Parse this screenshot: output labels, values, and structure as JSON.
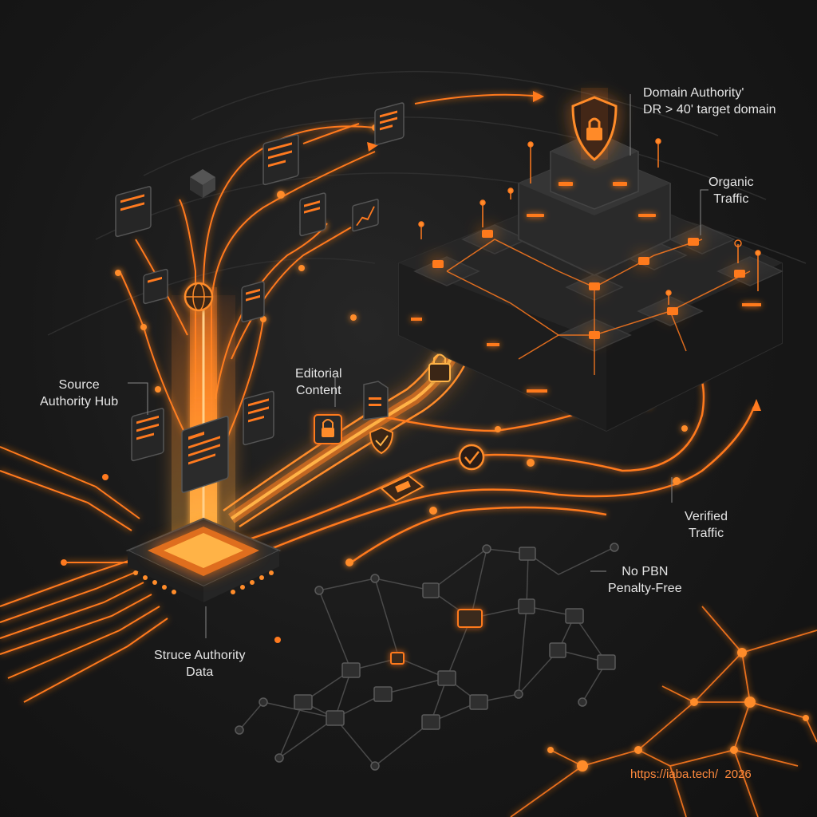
{
  "labels": {
    "domain_authority": [
      "Domain Authority'",
      "DR > 40' target domain"
    ],
    "organic_traffic": [
      "Organic",
      "Traffic"
    ],
    "source_authority_hub": [
      "Source",
      "Authority Hub"
    ],
    "editorial_content": [
      "Editorial",
      "Content"
    ],
    "verified_traffic": [
      "Verified",
      "Traffic"
    ],
    "no_pbn": [
      "No PBN",
      "Penalty-Free"
    ],
    "structured_data": [
      "Struce Authority",
      "Data"
    ]
  },
  "footer": "https://iaba.tech/  2026",
  "colors": {
    "background": "#161616",
    "accent": "#ff7a1f",
    "glow": "#ffb347",
    "block": "#2b2b2b",
    "text": "#e6e6e6"
  },
  "icons": [
    "shield-lock-icon",
    "padlock-icon",
    "document-icon",
    "checkmark-icon",
    "globe-icon",
    "chart-icon"
  ]
}
